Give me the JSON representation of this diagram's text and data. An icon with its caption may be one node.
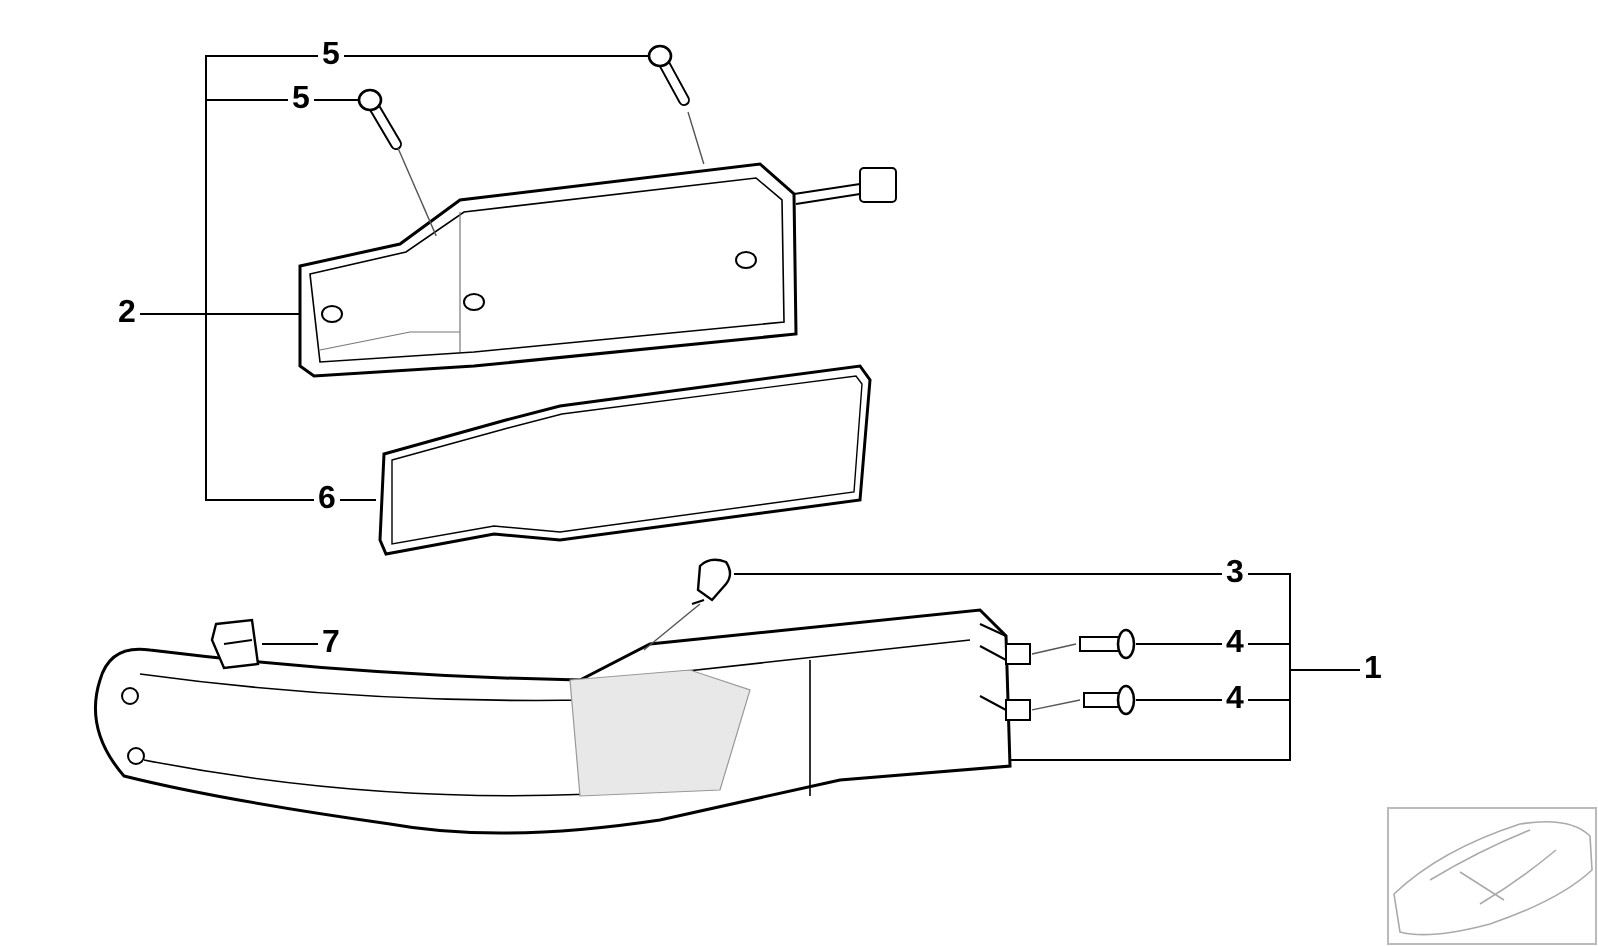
{
  "diagram": {
    "nodes": [
      {
        "text": [
          "5"
        ]
      },
      {
        "text": [
          "5"
        ]
      },
      {
        "text": [
          "2"
        ]
      },
      {
        "text": [
          "6"
        ]
      },
      {
        "text": [
          "3"
        ]
      },
      {
        "text": [
          "7"
        ]
      },
      {
        "text": [
          "4"
        ]
      },
      {
        "text": [
          "4"
        ]
      },
      {
        "text": [
          "1"
        ]
      },
      {
        "text": [],
        "shape": "picture"
      },
      {
        "text": [],
        "shape": "picture"
      },
      {
        "text": [],
        "shape": "picture"
      },
      {
        "text": [],
        "shape": "picture"
      },
      {
        "text": [],
        "shape": "picture"
      },
      {
        "text": [],
        "shape": "picture"
      },
      {
        "text": [],
        "shape": "picture"
      },
      {
        "text": [],
        "shape": "picture"
      },
      {
        "text": [],
        "shape": "picture"
      }
    ],
    "edges": [
      {
        "from": 0,
        "to": 9,
        "arrow": "none"
      },
      {
        "from": 1,
        "to": 10,
        "arrow": "none"
      },
      {
        "from": 2,
        "to": 11,
        "arrow": "none"
      },
      {
        "from": 3,
        "to": 12,
        "arrow": "none"
      },
      {
        "from": 4,
        "to": 13,
        "arrow": "none"
      },
      {
        "from": 5,
        "to": 14,
        "arrow": "none"
      },
      {
        "from": 6,
        "to": 15,
        "arrow": "none"
      },
      {
        "from": 7,
        "to": 16,
        "arrow": "none"
      },
      {
        "from": 8,
        "to": 17,
        "arrow": "none"
      },
      {
        "from": 9,
        "to": 11,
        "arrow": "none",
        "color": "#555555"
      },
      {
        "from": 10,
        "to": 11,
        "arrow": "none",
        "color": "#555555"
      },
      {
        "from": 13,
        "to": 17,
        "arrow": "none",
        "color": "#555555"
      },
      {
        "from": 15,
        "to": 17,
        "arrow": "none",
        "color": "#555555"
      },
      {
        "from": 16,
        "to": 17,
        "arrow": "none",
        "color": "#555555"
      }
    ]
  }
}
